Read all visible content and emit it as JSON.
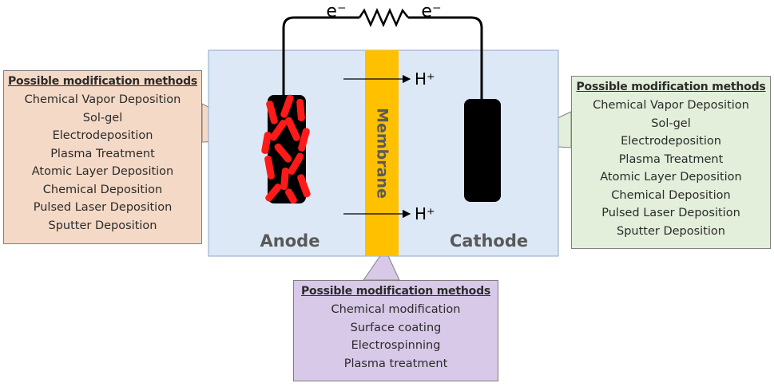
{
  "circuit": {
    "electron_left": "e⁻",
    "electron_right": "e⁻",
    "proton_top": "H⁺",
    "proton_bottom": "H⁺"
  },
  "cell": {
    "anode_label": "Anode",
    "cathode_label": "Cathode",
    "membrane_label": "Membrane"
  },
  "anode_methods": {
    "title": "Possible modification methods",
    "items": [
      "Chemical Vapor Deposition",
      "Sol-gel",
      "Electrodeposition",
      "Plasma Treatment",
      "Atomic Layer Deposition",
      "Chemical Deposition",
      "Pulsed Laser Deposition",
      "Sputter Deposition"
    ]
  },
  "cathode_methods": {
    "title": "Possible modification methods",
    "items": [
      "Chemical Vapor Deposition",
      "Sol-gel",
      "Electrodeposition",
      "Plasma Treatment",
      "Atomic Layer Deposition",
      "Chemical Deposition",
      "Pulsed Laser Deposition",
      "Sputter Deposition"
    ]
  },
  "membrane_methods": {
    "title": "Possible modification methods",
    "items": [
      "Chemical modification",
      "Surface coating",
      "Electrospinning",
      "Plasma treatment"
    ]
  },
  "colors": {
    "cell_fill": "#dce8f5",
    "membrane_fill": "#ffc000",
    "electrode_fill": "#000000",
    "catalyst_fill": "#ff1a1a",
    "anode_callout": "#f4d9c6",
    "cathode_callout": "#e3efda",
    "membrane_callout": "#d8c9e8"
  }
}
